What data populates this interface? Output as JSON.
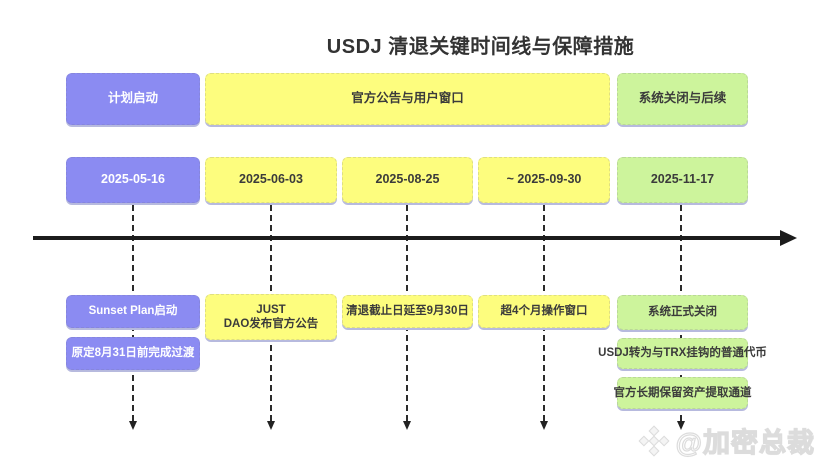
{
  "title": "USDJ 清退关键时间线与保障措施",
  "colors": {
    "purple": "#8b8bf2",
    "yellow": "#fdfd7e",
    "green": "#cdf49c",
    "axis": "#1c1c1c",
    "box_shadow": "#b7bade",
    "text_dark": "#3b3b3b",
    "text_light": "#ffffff",
    "watermark": "#dcdcdc"
  },
  "phases": [
    {
      "label": "计划启动",
      "color": "purple"
    },
    {
      "label": "官方公告与用户窗口",
      "color": "yellow"
    },
    {
      "label": "系统关闭与后续",
      "color": "green"
    }
  ],
  "milestones": [
    {
      "date": "2025-05-16",
      "color": "purple",
      "events": [
        "Sunset Plan启动",
        "原定8月31日前完成过渡"
      ]
    },
    {
      "date": "2025-06-03",
      "color": "yellow",
      "events": [
        "JUST\nDAO发布官方公告"
      ]
    },
    {
      "date": "2025-08-25",
      "color": "yellow",
      "events": [
        "清退截止日延至9月30日"
      ]
    },
    {
      "date": "~ 2025-09-30",
      "color": "yellow",
      "events": [
        "超4个月操作窗口"
      ]
    },
    {
      "date": "2025-11-17",
      "color": "green",
      "events": [
        "系统正式关闭",
        "USDJ转为与TRX挂钩的普通代币",
        "官方长期保留资产提取通道"
      ]
    }
  ],
  "watermark": {
    "icon": "binance-diamond-icon",
    "handle": "@加密总裁"
  }
}
